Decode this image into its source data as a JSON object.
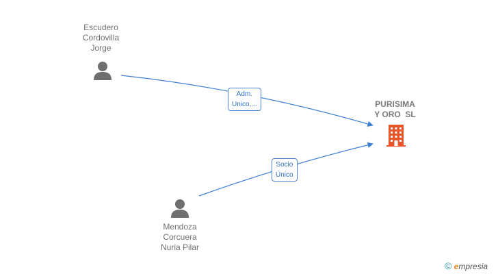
{
  "nodes": {
    "person1": {
      "line1": "Escudero",
      "line2": "Cordovilla",
      "line3": "Jorge"
    },
    "person2": {
      "line1": "Mendoza",
      "line2": "Corcuera",
      "line3": "Nuria Pilar"
    },
    "company": {
      "line1": "PURISIMA",
      "line2": "Y ORO  SL"
    }
  },
  "edges": {
    "edge1": {
      "line1": "Adm.",
      "line2": "Unico,..."
    },
    "edge2": {
      "line1": "Socio",
      "line2": "Único"
    }
  },
  "colors": {
    "edge": "#3a7fd5",
    "person_icon": "#6f6f6f",
    "company_icon": "#e8552a"
  },
  "watermark": {
    "symbol": "©",
    "brand_initial": "e",
    "brand_rest": "mpresia"
  }
}
